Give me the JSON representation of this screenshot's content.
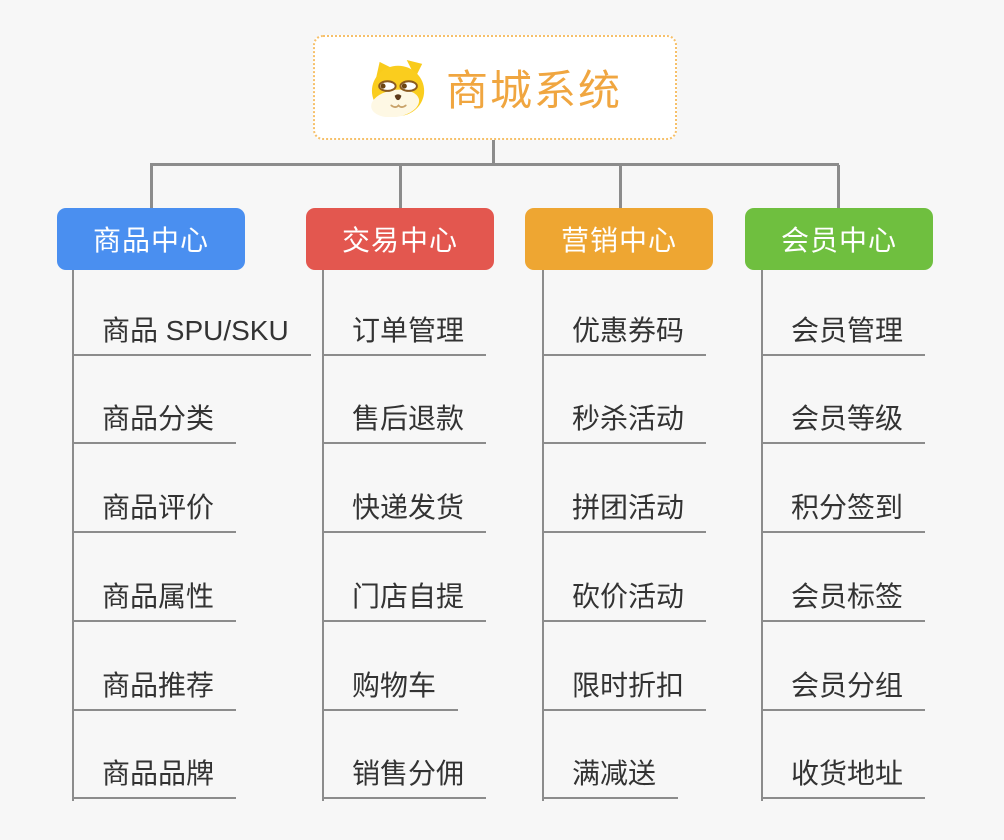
{
  "root": {
    "title": "商城系统",
    "icon": "dog-face-icon"
  },
  "columns": [
    {
      "title": "商品中心",
      "color": "#4A8FF0",
      "items": [
        "商品 SPU/SKU",
        "商品分类",
        "商品评价",
        "商品属性",
        "商品推荐",
        "商品品牌"
      ]
    },
    {
      "title": "交易中心",
      "color": "#E3574F",
      "items": [
        "订单管理",
        "售后退款",
        "快递发货",
        "门店自提",
        "购物车",
        "销售分佣"
      ]
    },
    {
      "title": "营销中心",
      "color": "#EEA632",
      "items": [
        "优惠券码",
        "秒杀活动",
        "拼团活动",
        "砍价活动",
        "限时折扣",
        "满减送"
      ]
    },
    {
      "title": "会员中心",
      "color": "#6FBF3F",
      "items": [
        "会员管理",
        "会员等级",
        "积分签到",
        "会员标签",
        "会员分组",
        "收货地址"
      ]
    }
  ],
  "colors": {
    "background": "#F7F7F7",
    "connector_line": "#8C8C8C",
    "root_text": "#F0A640",
    "root_border": "#F6C06A",
    "leaf_text": "#333333"
  }
}
